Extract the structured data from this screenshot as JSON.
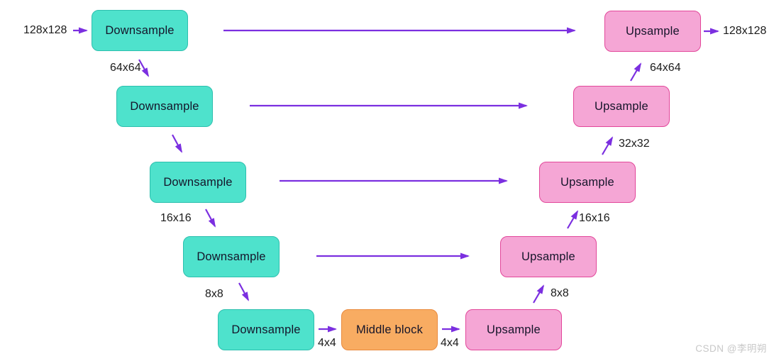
{
  "diagram": {
    "type": "unet-architecture-diagram",
    "nodes": [
      {
        "id": "downsample-1",
        "label": "Downsample",
        "kind": "downsample"
      },
      {
        "id": "downsample-2",
        "label": "Downsample",
        "kind": "downsample"
      },
      {
        "id": "downsample-3",
        "label": "Downsample",
        "kind": "downsample"
      },
      {
        "id": "downsample-4",
        "label": "Downsample",
        "kind": "downsample"
      },
      {
        "id": "downsample-5",
        "label": "Downsample",
        "kind": "downsample"
      },
      {
        "id": "middle-block",
        "label": "Middle block",
        "kind": "middle"
      },
      {
        "id": "upsample-1",
        "label": "Upsample",
        "kind": "upsample"
      },
      {
        "id": "upsample-2",
        "label": "Upsample",
        "kind": "upsample"
      },
      {
        "id": "upsample-3",
        "label": "Upsample",
        "kind": "upsample"
      },
      {
        "id": "upsample-4",
        "label": "Upsample",
        "kind": "upsample"
      },
      {
        "id": "upsample-5",
        "label": "Upsample",
        "kind": "upsample"
      }
    ],
    "size_labels": [
      {
        "id": "input-size",
        "text": "128x128"
      },
      {
        "id": "left-size-64",
        "text": "64x64"
      },
      {
        "id": "left-size-16",
        "text": "16x16"
      },
      {
        "id": "left-size-8",
        "text": "8x8"
      },
      {
        "id": "left-size-4",
        "text": "4x4"
      },
      {
        "id": "right-size-4",
        "text": "4x4"
      },
      {
        "id": "right-size-8",
        "text": "8x8"
      },
      {
        "id": "right-size-16",
        "text": "16x16"
      },
      {
        "id": "right-size-32",
        "text": "32x32"
      },
      {
        "id": "right-size-64",
        "text": "64x64"
      },
      {
        "id": "output-size",
        "text": "128x128"
      }
    ],
    "colors": {
      "downsample_fill": "#4ee2cc",
      "downsample_border": "#2dbfae",
      "middle_fill": "#f8ac62",
      "middle_border": "#e98a3e",
      "upsample_fill": "#f5a6d5",
      "upsample_border": "#e2479a",
      "arrow": "#7b2fe0",
      "node_text": "#15152a",
      "label_text": "#1b1b1b",
      "watermark_text": "#c8c8c8",
      "background": "#ffffff"
    },
    "watermark": "CSDN @李明朔"
  }
}
